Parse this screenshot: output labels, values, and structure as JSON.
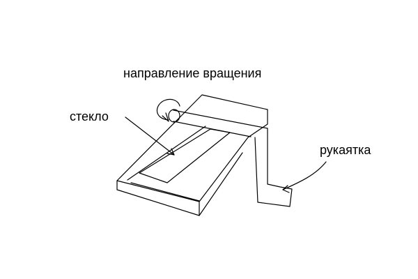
{
  "labels": {
    "rotation_direction": "направление вращения",
    "glass": "стекло",
    "handle": "рукаятка"
  },
  "style": {
    "stroke_color": "#000000",
    "background": "#ffffff"
  }
}
